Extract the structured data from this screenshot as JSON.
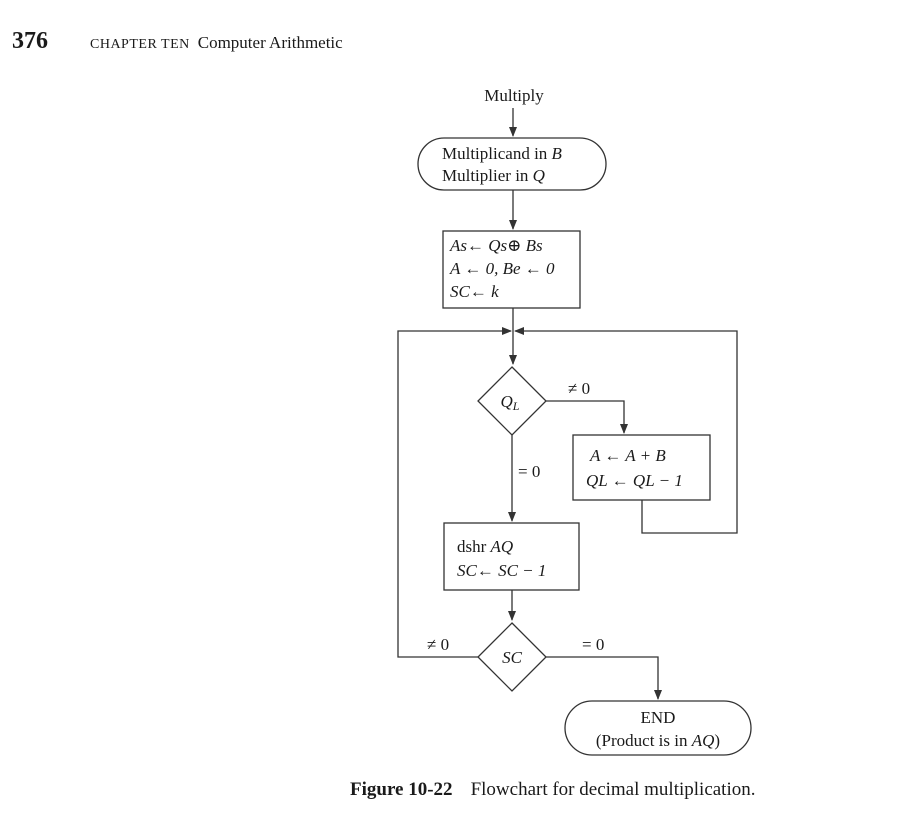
{
  "header": {
    "page_number": "376",
    "chapter": "CHAPTER TEN",
    "chapter_title": "Computer Arithmetic"
  },
  "flowchart": {
    "start_label": "Multiply",
    "init_terminal": {
      "line1_text": "Multiplicand in ",
      "line1_var": "B",
      "line2_text": "Multiplier in ",
      "line2_var": "Q"
    },
    "init_box": {
      "line1": "As← Qs⊕ Bs",
      "line2": "A ← 0, Be ← 0",
      "line3": "SC← k"
    },
    "decision_q": {
      "var": "Q",
      "sub": "L",
      "ne_label": "≠ 0",
      "eq_label": "= 0"
    },
    "add_box": {
      "line1": "A ← A + B",
      "line2": "QL ← QL − 1"
    },
    "shift_box": {
      "line1_op": "dshr ",
      "line1_var": "AQ",
      "line2": "SC← SC − 1"
    },
    "decision_sc": {
      "label": "SC",
      "ne_label": "≠ 0",
      "eq_label": "= 0"
    },
    "end_terminal": {
      "line1": "END",
      "line2_open": "(Product is in ",
      "line2_var": "AQ",
      "line2_close": ")"
    }
  },
  "caption": {
    "label": "Figure 10-22",
    "text": "Flowchart for decimal multiplication."
  }
}
